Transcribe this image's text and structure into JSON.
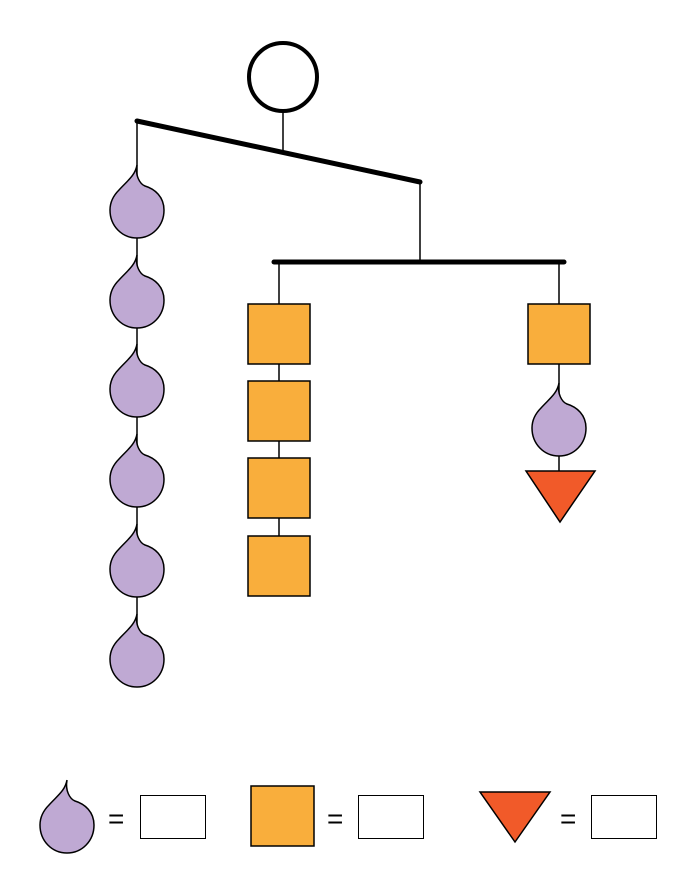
{
  "diagram": {
    "type": "hanging-mobile-puzzle",
    "colors": {
      "drop": "#bfa9d3",
      "square": "#f9ae3c",
      "triangle": "#f15a29",
      "line": "#000000"
    },
    "left_branch": {
      "shape": "drop",
      "count": 6
    },
    "middle_branch": {
      "shape": "square",
      "count": 4
    },
    "right_branch": {
      "shapes": [
        "square",
        "drop",
        "triangle"
      ]
    }
  },
  "legend": {
    "items": [
      {
        "shape": "drop",
        "equals": "=",
        "value": ""
      },
      {
        "shape": "square",
        "equals": "=",
        "value": ""
      },
      {
        "shape": "triangle",
        "equals": "=",
        "value": ""
      }
    ]
  }
}
